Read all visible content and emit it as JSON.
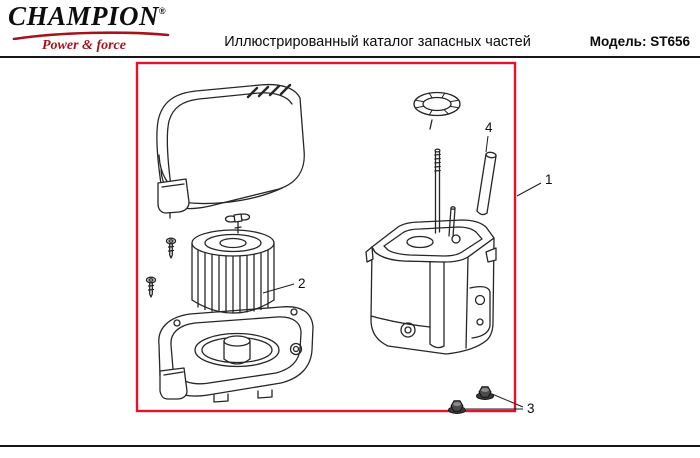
{
  "header": {
    "brand": "CHAMPION",
    "registered_mark": "®",
    "tagline": "Power & force",
    "title": "Иллюстрированный каталог запасных частей",
    "model": "Модель: ST656"
  },
  "colors": {
    "brand_red": "#a6121a",
    "frame_red": "#e8112d",
    "line_black": "#262626"
  },
  "diagram": {
    "callouts": {
      "c1": "1",
      "c2": "2",
      "c3": "3",
      "c4": "4"
    }
  }
}
